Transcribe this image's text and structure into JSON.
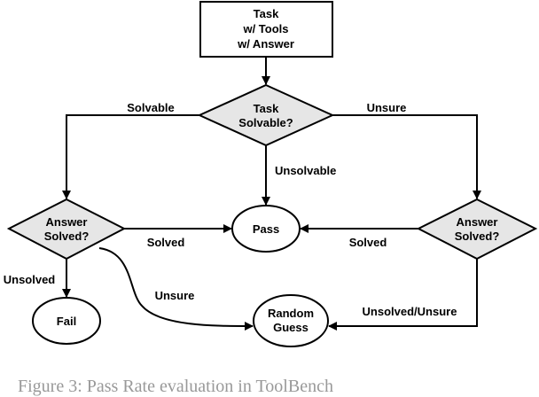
{
  "nodes": {
    "task": [
      "Task",
      "w/ Tools",
      "w/ Answer"
    ],
    "task_solvable": [
      "Task",
      "Solvable?"
    ],
    "answer_solved_left": [
      "Answer",
      "Solved?"
    ],
    "answer_solved_right": [
      "Answer",
      "Solved?"
    ],
    "pass": [
      "Pass"
    ],
    "fail": [
      "Fail"
    ],
    "random_guess": [
      "Random",
      "Guess"
    ]
  },
  "edges": {
    "solvable": "Solvable",
    "unsure_top": "Unsure",
    "unsolvable": "Unsolvable",
    "solved_left": "Solved",
    "solved_right": "Solved",
    "unsolved": "Unsolved",
    "unsure_left": "Unsure",
    "unsolved_unsure": "Unsolved/Unsure"
  },
  "caption": "Figure 3: Pass Rate evaluation in ToolBench",
  "colors": {
    "decision_fill": "#e6e6e6",
    "stroke": "#000000"
  }
}
